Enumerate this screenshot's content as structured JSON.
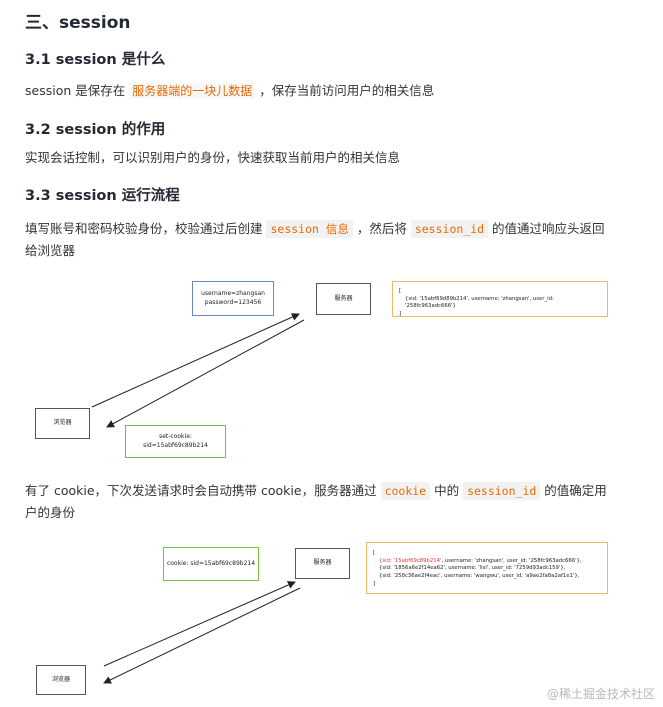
{
  "section_title": "三、session",
  "s31": {
    "heading": "3.1 session 是什么",
    "text_before": "session 是保存在 ",
    "highlight": "服务器端的一块儿数据",
    "text_after": " ，保存当前访问用户的相关信息"
  },
  "s32": {
    "heading": "3.2 session 的作用",
    "text": "实现会话控制，可以识别用户的身份，快速获取当前用户的相关信息"
  },
  "s33": {
    "heading": "3.3 session 运行流程",
    "line1_a": "填写账号和密码校验身份，校验通过后创建 ",
    "code_session_info": "session 信息",
    "line1_b": " ，然后将 ",
    "code_session_id": "session_id",
    "line1_c": " 的值通过响应头返回",
    "line2": "给浏览器"
  },
  "diagram1": {
    "login_line1": "username=zhangsan",
    "login_line2": "password=123456",
    "server_label": "服务器",
    "json_open": "[",
    "json_line": "{sid: '15abf69d89b214', username: 'zhangsan', user_id: '258fc963adc666'}",
    "json_close": "]",
    "browser_label": "浏览器",
    "cookie_label": "set-cookie: sid=15abf69c89b214"
  },
  "paragraph2": {
    "line1_a": "有了 cookie，下次发送请求时会自动携带 cookie，服务器通过 ",
    "code_cookie": "cookie",
    "line1_b": " 中的 ",
    "code_session_id": "session_id",
    "line1_c": " 的值确定用",
    "line2": "户的身份"
  },
  "diagram2": {
    "cookie_label": "cookie: sid=15abf69c89b214",
    "server_label": "服务器",
    "json_open": "[",
    "row1_sid": "{sid: '15abf69c89b214'",
    "row1_rest": ", username: 'zhangsan', user_id: '258fc963adc666'},",
    "row2_sid": "{sid: '1856a6e2f14ea62'",
    "row2_rest": ", username: 'lisi', user_id: '7259d93adc159'},",
    "row3_sid": "{sid: '258c36ae2f4eac'",
    "row3_rest": ", username: 'wangwu', user_id: 'a9ae2fa8a2af1e1'},",
    "json_close": "]",
    "browser_label": "浏览器"
  },
  "watermark": "@稀土掘金技术社区",
  "colors": {
    "highlight": "#e96900",
    "login_border": "#6b86c4",
    "json_border": "#f0b860",
    "cookie_border": "#7dbb3c",
    "red_sid": "#e53935"
  }
}
